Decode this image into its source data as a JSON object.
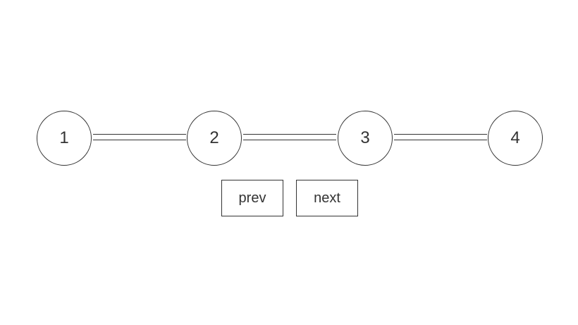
{
  "stepper": {
    "steps": [
      {
        "label": "1"
      },
      {
        "label": "2"
      },
      {
        "label": "3"
      },
      {
        "label": "4"
      }
    ]
  },
  "controls": {
    "prev_label": "prev",
    "next_label": "next"
  },
  "colors": {
    "stroke": "#333333",
    "background": "#ffffff"
  }
}
